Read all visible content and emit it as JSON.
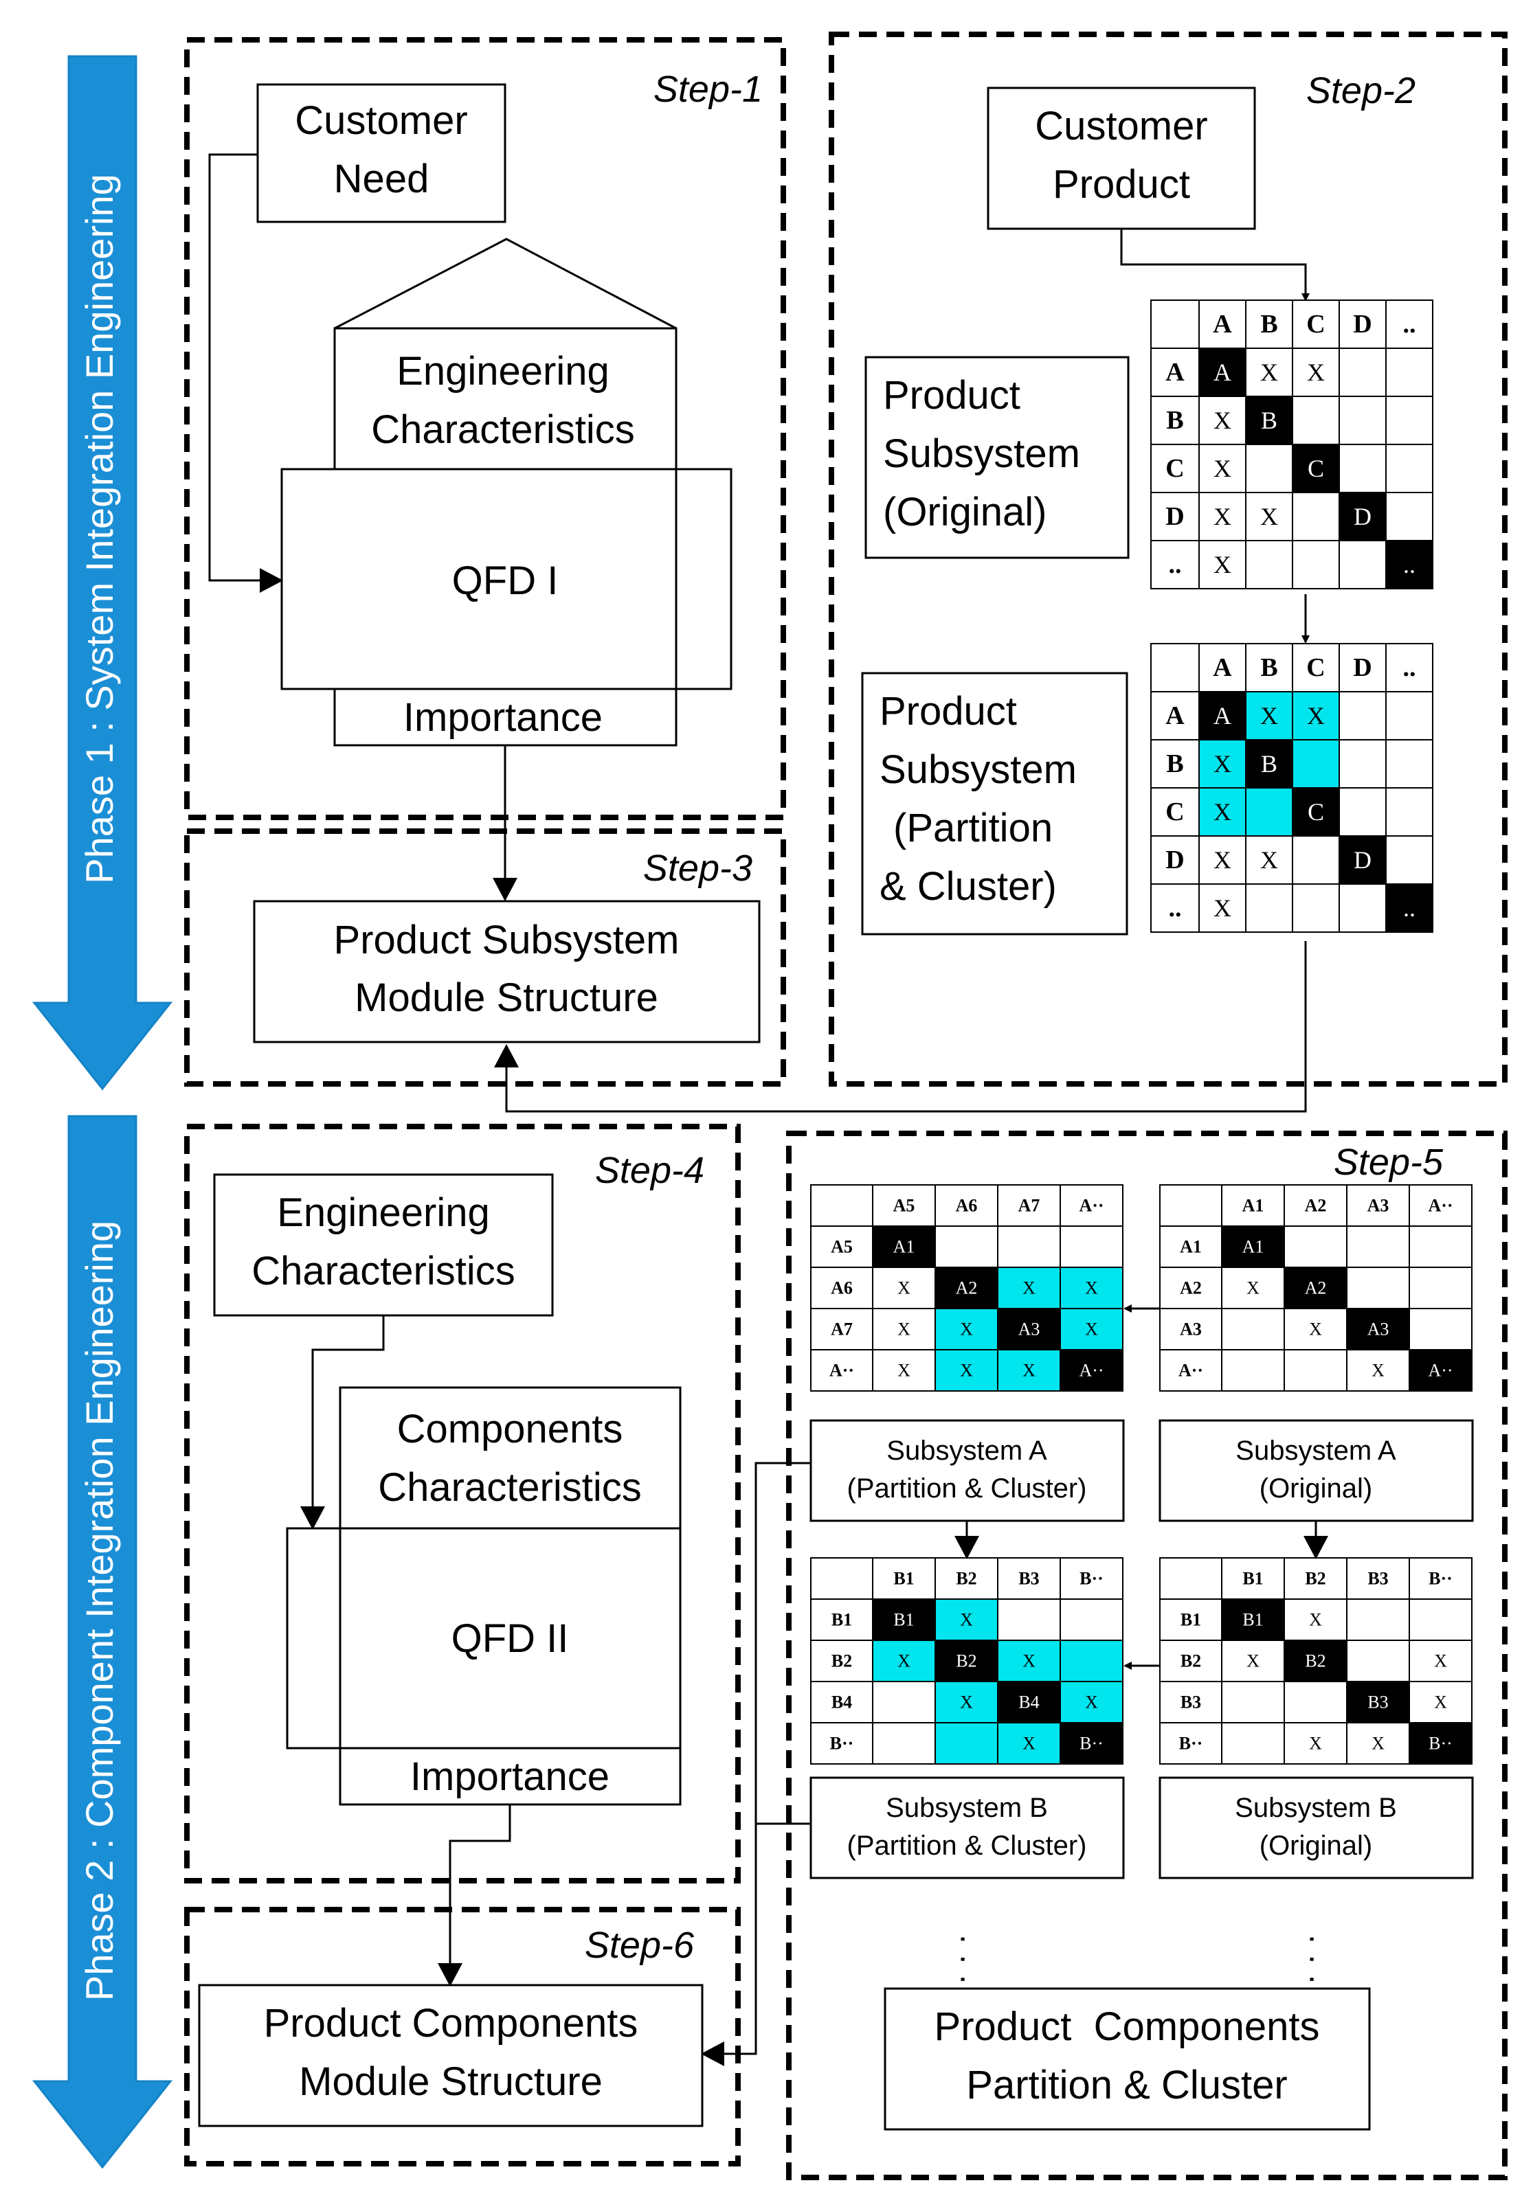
{
  "phases": [
    {
      "label": "Phase 1 : System Integration Engineering"
    },
    {
      "label": "Phase 2 : Component Integration Engineering"
    }
  ],
  "steps": {
    "step1": "Step-1",
    "step2": "Step-2",
    "step3": "Step-3",
    "step4": "Step-4",
    "step5": "Step-5",
    "step6": "Step-6"
  },
  "step1": {
    "customer_need": [
      "Customer",
      "Need"
    ],
    "engineering_characteristics": [
      "Engineering",
      "Characteristics"
    ],
    "qfd": "QFD I",
    "importance": "Importance"
  },
  "step2": {
    "customer_product": [
      "Customer",
      "Product"
    ],
    "original_label": [
      "Product",
      "Subsystem",
      "(Original)"
    ],
    "cluster_label": [
      "Product",
      "Subsystem",
      "(Partition",
      "& Cluster)"
    ]
  },
  "step3": {
    "module_structure": [
      "Product Subsystem",
      "Module Structure"
    ]
  },
  "step4": {
    "engineering_characteristics": [
      "Engineering",
      "Characteristics"
    ],
    "components_characteristics": [
      "Components",
      "Characteristics"
    ],
    "qfd": "QFD II",
    "importance": "Importance"
  },
  "step5": {
    "subsystem_a_cluster": [
      "Subsystem A",
      "(Partition & Cluster)"
    ],
    "subsystem_a_original": [
      "Subsystem A",
      "(Original)"
    ],
    "subsystem_b_cluster": [
      "Subsystem B",
      "(Partition & Cluster)"
    ],
    "subsystem_b_original": [
      "Subsystem B",
      "(Original)"
    ],
    "final": [
      "Product  Components",
      "Partition & Cluster"
    ]
  },
  "step6": {
    "module_structure": [
      "Product Components",
      "Module Structure"
    ]
  },
  "matrices": [
    {
      "id": "matrix-subsystem-original",
      "headers": [
        "A",
        "B",
        "C",
        "D",
        ".."
      ],
      "rows": [
        "A",
        "B",
        "C",
        "D",
        ".."
      ],
      "cells": [
        [
          "A",
          "X",
          "X",
          "",
          ""
        ],
        [
          "X",
          "B",
          "",
          "",
          ""
        ],
        [
          "X",
          "",
          "C",
          "",
          ""
        ],
        [
          "X",
          "X",
          "",
          "D",
          ""
        ],
        [
          "X",
          "",
          "",
          "",
          ".."
        ]
      ],
      "highlight": []
    },
    {
      "id": "matrix-subsystem-cluster",
      "headers": [
        "A",
        "B",
        "C",
        "D",
        ".."
      ],
      "rows": [
        "A",
        "B",
        "C",
        "D",
        ".."
      ],
      "cells": [
        [
          "A",
          "X",
          "X",
          "",
          ""
        ],
        [
          "X",
          "B",
          "",
          "",
          ""
        ],
        [
          "X",
          "",
          "C",
          "",
          ""
        ],
        [
          "X",
          "X",
          "",
          "D",
          ""
        ],
        [
          "X",
          "",
          "",
          "",
          ".."
        ]
      ],
      "highlight": [
        [
          0,
          1
        ],
        [
          0,
          2
        ],
        [
          1,
          0
        ],
        [
          1,
          2
        ],
        [
          2,
          0
        ],
        [
          2,
          1
        ]
      ]
    },
    {
      "id": "matrix-a-cluster",
      "headers": [
        "A5",
        "A6",
        "A7",
        "A··"
      ],
      "rows": [
        "A5",
        "A6",
        "A7",
        "A··"
      ],
      "cells": [
        [
          "A1",
          "",
          "",
          ""
        ],
        [
          "X",
          "A2",
          "X",
          "X"
        ],
        [
          "X",
          "X",
          "A3",
          "X"
        ],
        [
          "X",
          "X",
          "X",
          "A··"
        ]
      ],
      "highlight": [
        [
          1,
          2
        ],
        [
          1,
          3
        ],
        [
          2,
          1
        ],
        [
          2,
          3
        ],
        [
          3,
          1
        ],
        [
          3,
          2
        ]
      ]
    },
    {
      "id": "matrix-a-original",
      "headers": [
        "A1",
        "A2",
        "A3",
        "A··"
      ],
      "rows": [
        "A1",
        "A2",
        "A3",
        "A··"
      ],
      "cells": [
        [
          "A1",
          "",
          "",
          ""
        ],
        [
          "X",
          "A2",
          "",
          ""
        ],
        [
          "",
          "X",
          "A3",
          ""
        ],
        [
          "",
          "",
          "X",
          "A··"
        ]
      ],
      "highlight": []
    },
    {
      "id": "matrix-b-cluster",
      "headers": [
        "B1",
        "B2",
        "B3",
        "B··"
      ],
      "rows": [
        "B1",
        "B2",
        "B4",
        "B··"
      ],
      "cells": [
        [
          "B1",
          "X",
          "",
          ""
        ],
        [
          "X",
          "B2",
          "X",
          ""
        ],
        [
          "",
          "X",
          "B4",
          "X"
        ],
        [
          "",
          "",
          "X",
          "B··"
        ]
      ],
      "highlight": [
        [
          0,
          1
        ],
        [
          1,
          0
        ],
        [
          1,
          2
        ],
        [
          1,
          3
        ],
        [
          2,
          1
        ],
        [
          2,
          3
        ],
        [
          3,
          1
        ],
        [
          3,
          2
        ]
      ]
    },
    {
      "id": "matrix-b-original",
      "headers": [
        "B1",
        "B2",
        "B3",
        "B··"
      ],
      "rows": [
        "B1",
        "B2",
        "B3",
        "B··"
      ],
      "cells": [
        [
          "B1",
          "X",
          "",
          ""
        ],
        [
          "X",
          "B2",
          "",
          "X"
        ],
        [
          "",
          "",
          "B3",
          "X"
        ],
        [
          "",
          "X",
          "X",
          "B··"
        ]
      ],
      "highlight": []
    }
  ],
  "ellipsis": "·  ·  ·",
  "colors": {
    "arrow_fill": "#1b8fd6",
    "highlight": "#00e5ee",
    "diagonal": "#000000"
  }
}
